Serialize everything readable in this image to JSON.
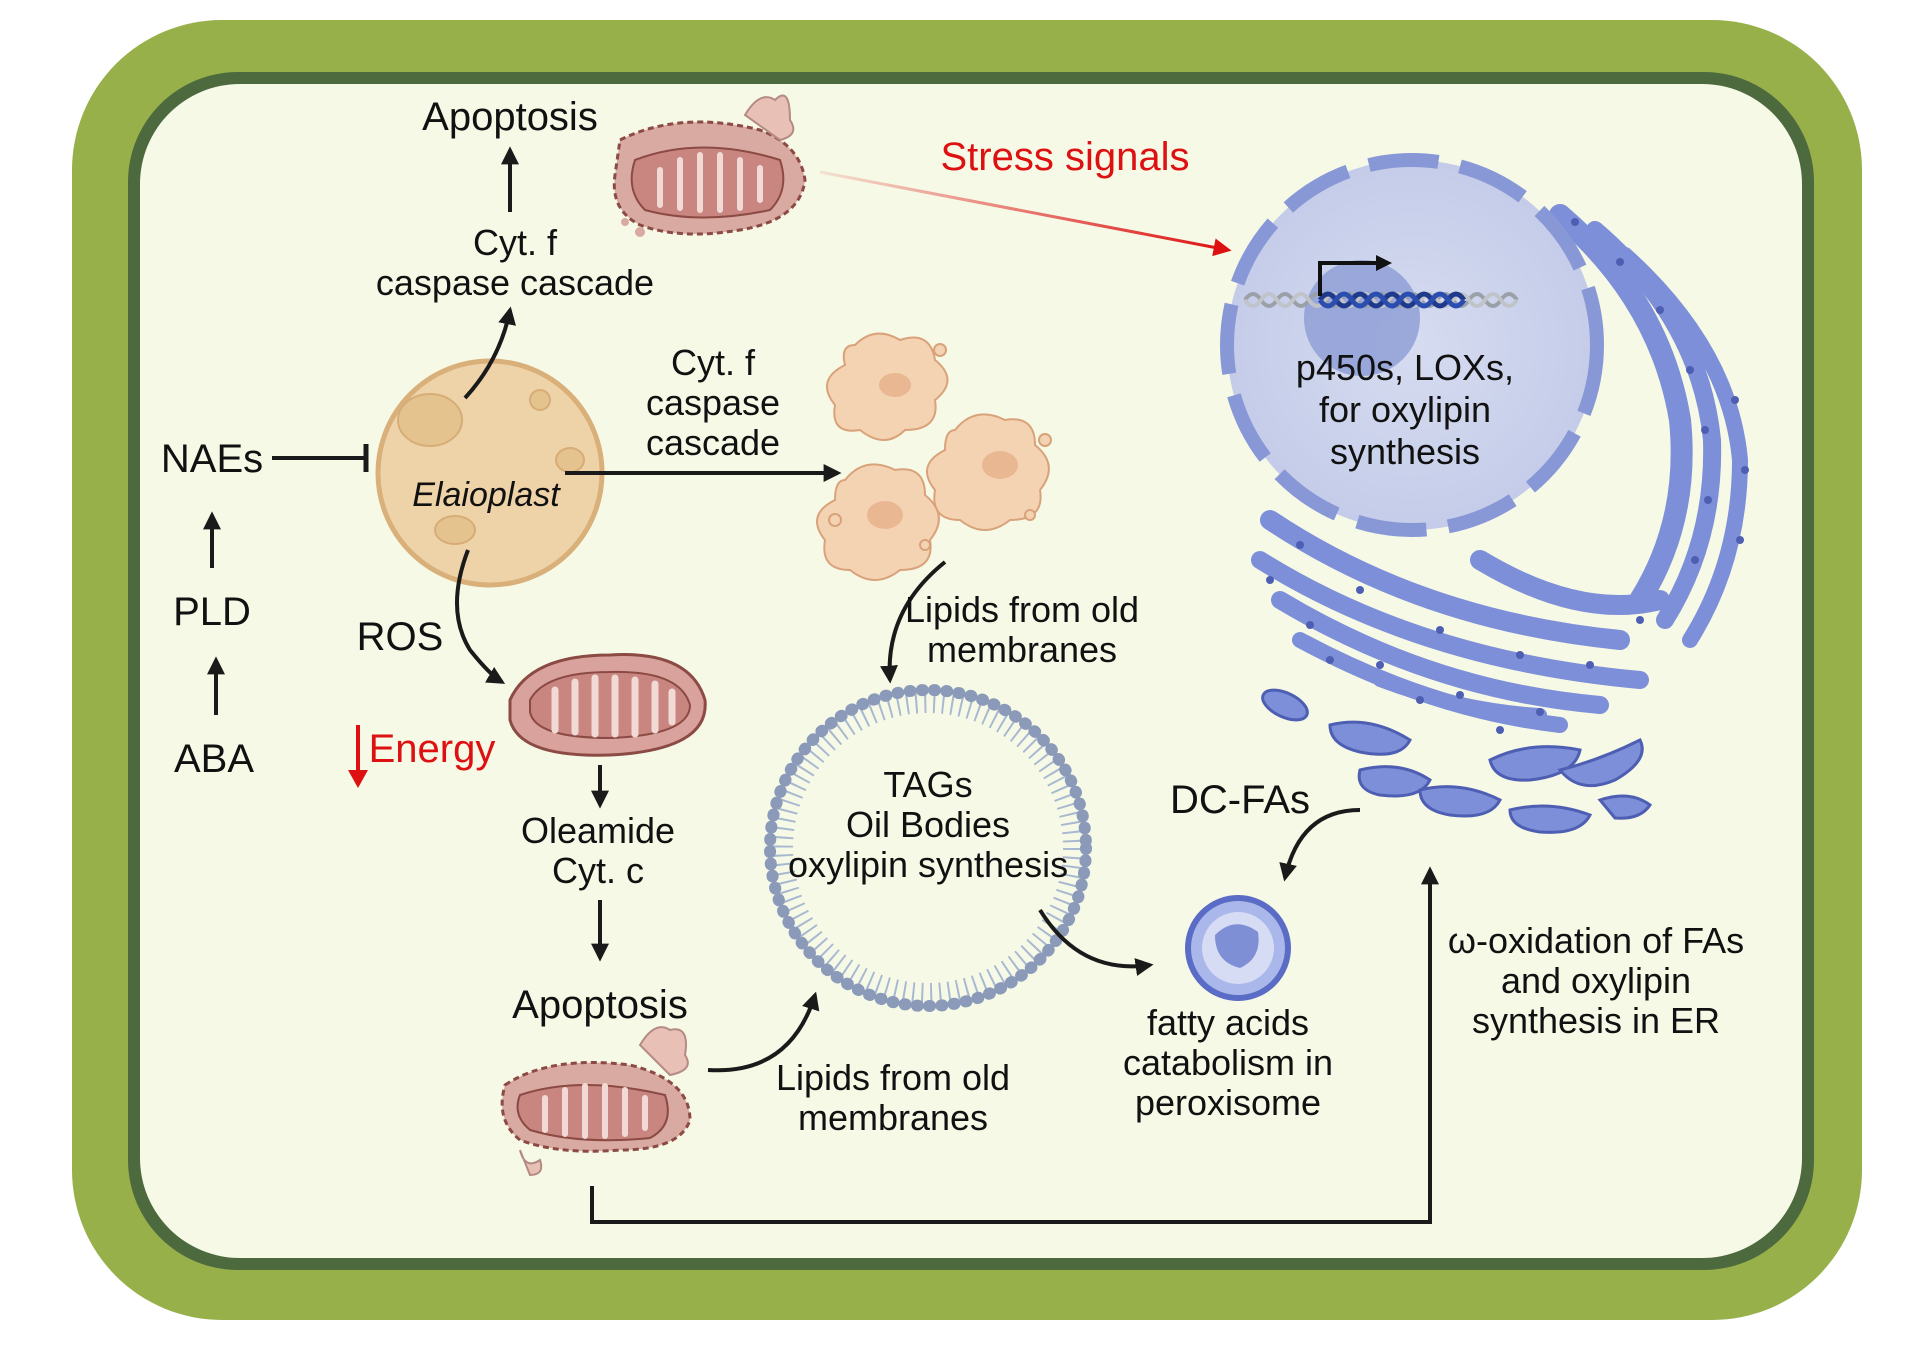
{
  "labels": {
    "apoptosis_top": "Apoptosis",
    "cyt_f_top_1": "Cyt. f",
    "cyt_f_top_2": "caspase cascade",
    "stress_signals": "Stress signals",
    "nucleus_1": "p450s, LOXs,",
    "nucleus_2": "for oxylipin",
    "nucleus_3": "synthesis",
    "nae": "NAEs",
    "pld": "PLD",
    "aba": "ABA",
    "elaioplast": "Elaioplast",
    "cyt_f_mid_1": "Cyt. f",
    "cyt_f_mid_2": "caspase",
    "cyt_f_mid_3": "cascade",
    "ros": "ROS",
    "energy": "Energy",
    "lipids_top_1": "Lipids from old",
    "lipids_top_2": "membranes",
    "oleamide": "Oleamide",
    "cyt_c": "Cyt. c",
    "apoptosis_bottom": "Apoptosis",
    "oil_1": "TAGs",
    "oil_2": "Oil Bodies",
    "oil_3": "oxylipin synthesis",
    "dcfa": "DC-FAs",
    "peroxisome_1": "fatty acids",
    "peroxisome_2": "catabolism in",
    "peroxisome_3": "peroxisome",
    "omega_1": "ω-oxidation of FAs",
    "omega_2": "and oxylipin",
    "omega_3": "synthesis in ER",
    "lipids_bottom_1": "Lipids from old",
    "lipids_bottom_2": "membranes"
  },
  "colors": {
    "cell_wall": "#97b04a",
    "cell_membrane": "#4d6a3f",
    "cytoplasm": "#f6f9e6",
    "mitochondrion": "#c98680",
    "elaioplast": "#efd3a8",
    "er": "#7d8fd8",
    "nucleus": "#cfd6ee",
    "red": "#dd1111"
  }
}
